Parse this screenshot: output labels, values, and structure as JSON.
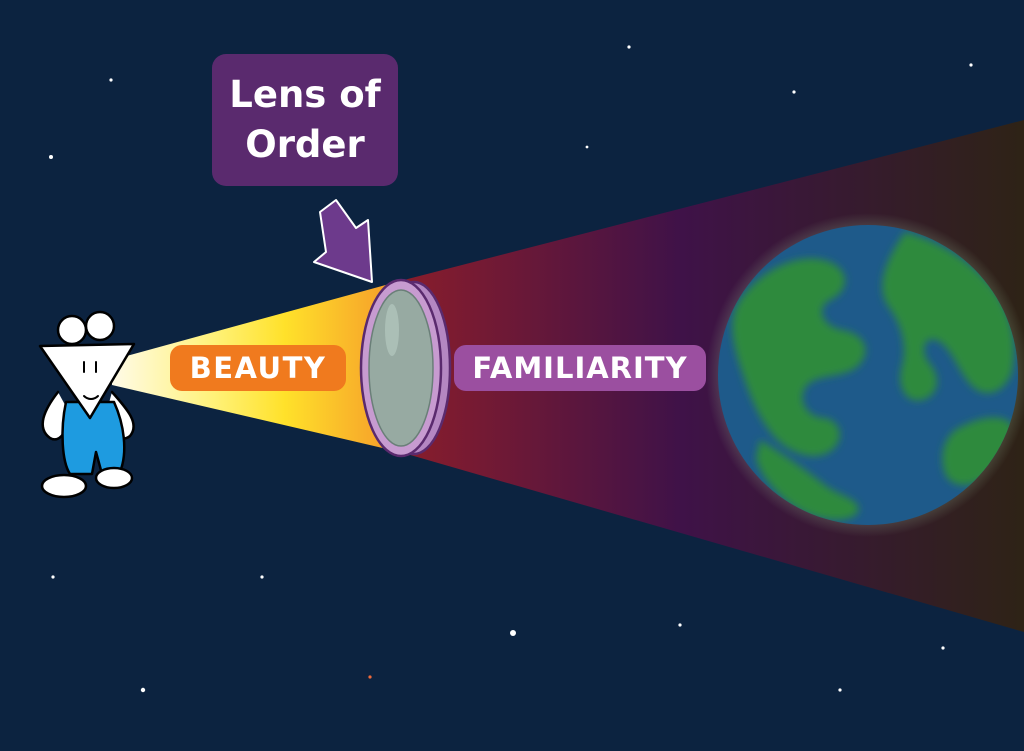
{
  "labels": {
    "lens": "Lens of\nOrder",
    "left_beam": "BEAUTY",
    "right_beam": "FAMILIARITY"
  },
  "colors": {
    "background": "#0c2340",
    "title_box": "#5a2a6e",
    "arrow": "#6d3a8c",
    "beauty_pill": "#f07a1e",
    "familiarity_pill": "#9b4fa0",
    "lens_rim": "#c79bd0",
    "lens_glass": "#97aaa2",
    "planet_ocean": "#1e5a8a",
    "planet_land": "#2f8a3e",
    "character_body": "#ffffff",
    "character_pants": "#1e9be0"
  },
  "icons": [
    "mouse-character-icon",
    "down-arrow-icon",
    "lens-icon",
    "planet-earth-icon",
    "star-icon"
  ]
}
